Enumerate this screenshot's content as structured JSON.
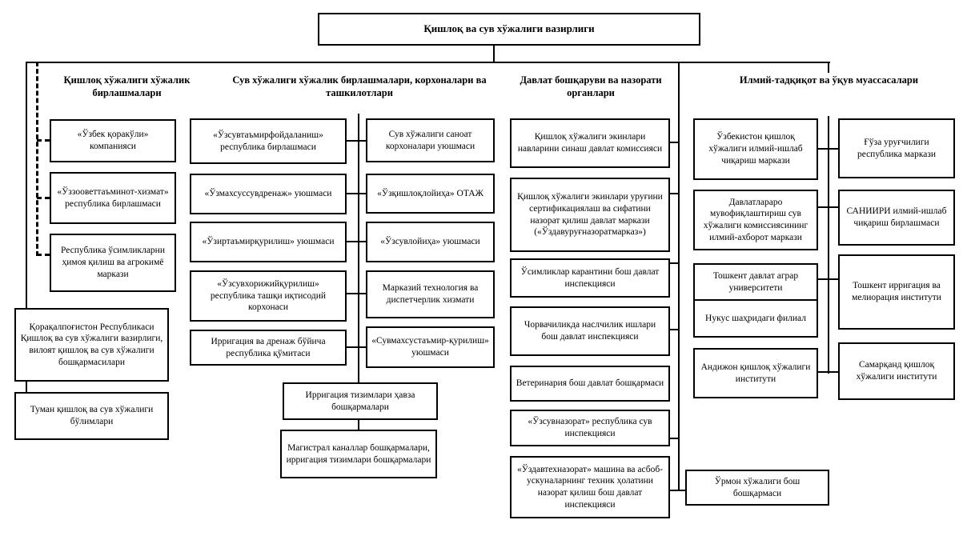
{
  "diagram": {
    "title": "Қишлоқ ва сув хўжалиги вазирлиги",
    "colors": {
      "background": "#ffffff",
      "line": "#000000",
      "box_border": "#000000",
      "text": "#000000"
    },
    "col1": {
      "header": "Қишлоқ хўжалиги хўжалик бирлашмалари",
      "b1": "«Ўзбек қоракўли» компанияси",
      "b2": "«Ўззооветтаъминот-хизмат» республика бирлашмаси",
      "b3": "Республика ўсимликларни ҳимоя қилиш ва агрокимё маркази",
      "b4": "Қорақалпоғистон Республикаси Қишлоқ ва сув хўжалиги вазирлиги, вилоят қишлоқ ва сув хўжалиги бошқармасилари",
      "b5": "Туман қишлоқ ва сув хўжалиги бўлимлари"
    },
    "col2": {
      "header": "Сув хўжалиги хўжалик бирлашмалари, корхоналари ва ташкилотлари",
      "l1": "«Ўзсувтаъмирфойдаланиш» республика бирлашмаси",
      "r1": "Сув хўжалиги саноат корхоналари уюшмаси",
      "l2": "«Ўзмахсуссувдренаж» уюшмаси",
      "r2": "«Ўзқишлоқлойиҳа» ОТАЖ",
      "l3": "«Ўзиртаъмирқурилиш» уюшмаси",
      "r3": "«Ўзсувлойиҳа» уюшмаси",
      "l4": "«Ўзсувхорижийқурилиш» республика ташқи иқтисодий корхонаси",
      "r4": "Марказий технология ва диспетчерлик хизмати",
      "l5": "Ирригация ва дренаж бўйича республика қўмитаси",
      "r5": "«Сувмахсустаъмир-қурилиш» уюшмаси",
      "b1": "Ирригация тизимлари ҳавза бошқармалари",
      "b2": "Магистрал каналлар бошқармалари, ирригация тизимлари бошқармалари"
    },
    "col3": {
      "header": "Давлат бошқаруви ва назорати органлари",
      "b1": "Қишлоқ хўжалиги экинлари навларини синаш давлат комиссияси",
      "b2": "Қишлоқ хўжалиги экинлари уруғини сертификациялаш ва сифатини назорат қилиш давлат маркази («Ўздавуруғназоратмарказ»)",
      "b3": "Ўсимликлар карантини бош давлат инспекцияси",
      "b4": "Чорвачиликда наслчилик ишлари бош давлат инспекцияси",
      "b5": "Ветеринария бош давлат бошқармаси",
      "b6": "«Ўзсувназорат» республика сув инспекцияси",
      "b7": "«Ўздавтехназорат» машина ва асбоб-ускуналарнинг техник ҳолатини назорат қилиш бош давлат инспекцияси",
      "forest": "Ўрмон хўжалиги бош бошқармаси"
    },
    "col4": {
      "header": "Илмий-тадқиқот ва ўқув муассасалари",
      "l1": "Ўзбекистон қишлоқ хўжалиги илмий-ишлаб чиқариш маркази",
      "r1": "Ғўза уруғчилиги республика маркази",
      "l2": "Давлатлараро мувофиқлаштириш сув хўжалиги комиссиясининг илмий-ахборот маркази",
      "r2": "САНИИРИ илмий-ишлаб чиқариш бирлашмаси",
      "l3": "Тошкент давлат аграр университети",
      "r3": "Тошкент ирригация ва мелиорация институти",
      "l4": "Нукус шаҳридаги филиал",
      "r4": "Самарқанд қишлоқ хўжалиги институти",
      "l5": "Андижон қишлоқ хўжалиги институти"
    }
  }
}
